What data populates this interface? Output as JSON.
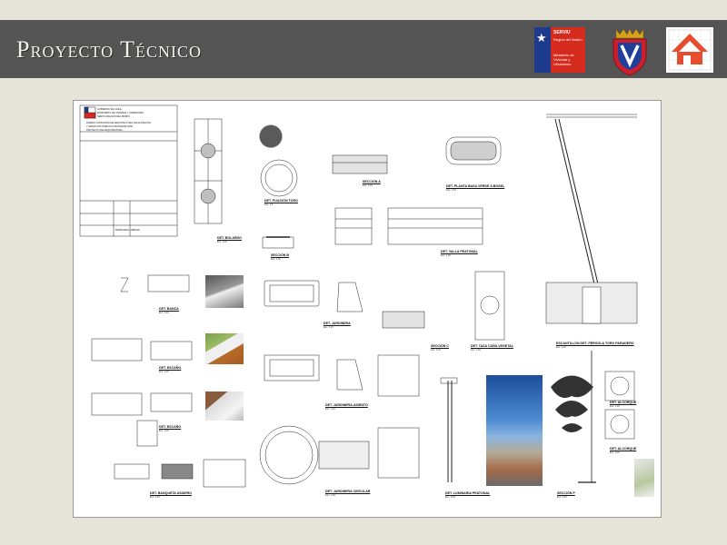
{
  "header": {
    "title": "Proyecto Técnico",
    "background_color": "#545454",
    "title_color": "#f2f2ee"
  },
  "logos": {
    "serviu": {
      "name": "SERVIU",
      "lines": [
        "Región del Biobío",
        "Ministerio de",
        "Vivienda y",
        "Urbanismo"
      ]
    },
    "municipal_shield": {
      "icon": "municipal-shield-icon"
    },
    "house_logo": {
      "icon": "red-house-icon"
    }
  },
  "sheet": {
    "title_block": {
      "gov_lines": [
        "GOBIERNO DE CHILE",
        "MINISTERIO DE VIVIENDA Y URBANISMO",
        "SERVIU REGIÓN DEL BIOBÍO"
      ],
      "project_lines": [
        "DISEÑO CONCURSO DE ARQUITECTURA SALVA PEATÓN",
        "Y SERVICIOS PÚBLICOS MUNICIPALIDAD",
        "PROYECTO DE ARQUITECTURA"
      ],
      "footer_label": "MOBILIARIO URBANO"
    },
    "details": [
      {
        "label": "DET. BOLARDO",
        "scale": "Esc. 1:20"
      },
      {
        "label": "DET. FIJACIÓN TORO",
        "scale": "Esc. 1:5"
      },
      {
        "label": "SECCIÓN B",
        "scale": "Esc. 1:20"
      },
      {
        "label": "SECCIÓN A",
        "scale": "Esc. 1:20"
      },
      {
        "label": "DET. PLANTA BASA VERDE S.BOSEL",
        "scale": "Esc. 1:20"
      },
      {
        "label": "DET. VALLA PEATONAL",
        "scale": "Esc. 1:20"
      },
      {
        "label": "DET. BANCA",
        "scale": "Esc. 1:20"
      },
      {
        "label": "DET. JARDINERA",
        "scale": "Esc. 1:20"
      },
      {
        "label": "SECCIÓN C",
        "scale": "Esc. 1:20"
      },
      {
        "label": "DET. TAZA CAÑA VEGETAL",
        "scale": "Esc. 1:20"
      },
      {
        "label": "ESCANTILLÓN DET. PÉRGOLA TORO PARADERO",
        "scale": "Esc. 1:20"
      },
      {
        "label": "DET. ESCAÑO",
        "scale": "Esc. 1:20"
      },
      {
        "label": "DET. JARDINERA-ASIENTO",
        "scale": "Esc. 1:20"
      },
      {
        "label": "DET. ALCORQUE",
        "scale": "Esc. 1:20"
      },
      {
        "label": "DET. ESCAÑO",
        "scale": "Esc. 1:20"
      },
      {
        "label": "DET. ALCORQUE",
        "scale": "Esc. 1:20"
      },
      {
        "label": "DET. BANQUETA ASIDERO",
        "scale": "Esc. 1:20"
      },
      {
        "label": "DET. JARDINERA CIRCULAR",
        "scale": "Esc. 1:20"
      },
      {
        "label": "DET. LUMINARIA PEATONAL",
        "scale": "Esc. 1:20"
      },
      {
        "label": "SECCIÓN P",
        "scale": "Esc. 1:20"
      }
    ]
  }
}
